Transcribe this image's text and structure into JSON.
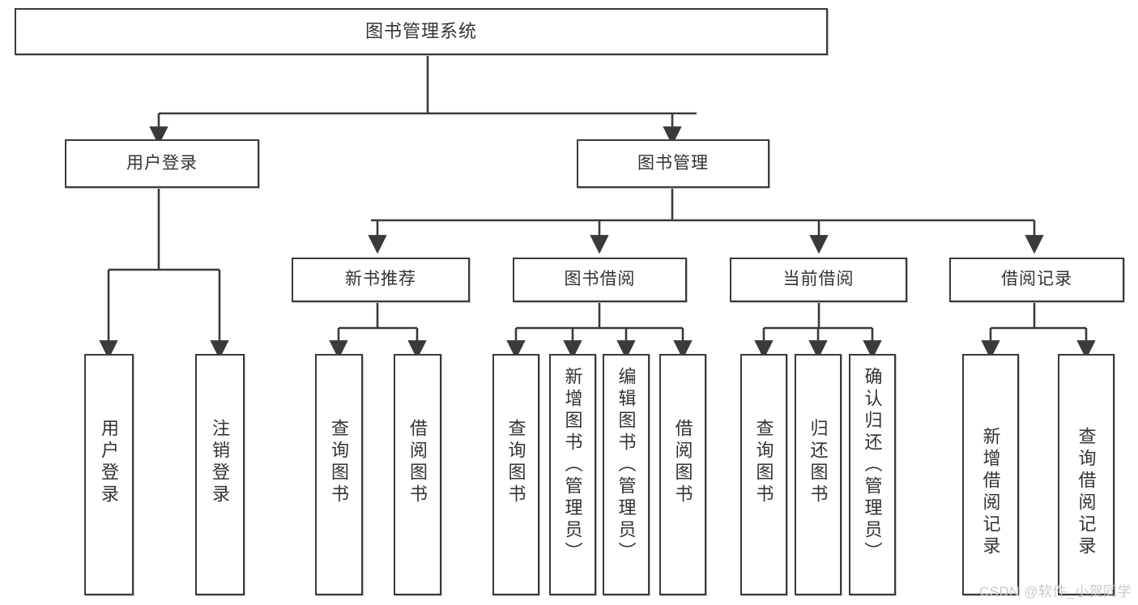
{
  "diagram": {
    "title": "图书管理系统",
    "stroke_color": "#3a3a3a",
    "text_color": "#333333",
    "background_color": "#ffffff",
    "watermark": "CSDN @软件_小贺同学",
    "levels": {
      "root": {
        "label": "图书管理系统"
      },
      "level1": [
        {
          "label": "用户登录"
        },
        {
          "label": "图书管理"
        }
      ],
      "level2": [
        {
          "label": "新书推荐"
        },
        {
          "label": "图书借阅"
        },
        {
          "label": "当前借阅"
        },
        {
          "label": "借阅记录"
        }
      ],
      "leaves": {
        "user_login": [
          {
            "label": "用户登录"
          },
          {
            "label": "注销登录"
          }
        ],
        "new_book_recommend": [
          {
            "label": "查询图书"
          },
          {
            "label": "借阅图书"
          }
        ],
        "book_borrow": [
          {
            "label": "查询图书"
          },
          {
            "label": "新增图书（管理员）"
          },
          {
            "label": "编辑图书（管理员）"
          },
          {
            "label": "借阅图书"
          }
        ],
        "current_borrow": [
          {
            "label": "查询图书"
          },
          {
            "label": "归还图书"
          },
          {
            "label": "确认归还（管理员）"
          }
        ],
        "borrow_record": [
          {
            "label": "新增借阅记录"
          },
          {
            "label": "查询借阅记录"
          }
        ]
      }
    }
  }
}
